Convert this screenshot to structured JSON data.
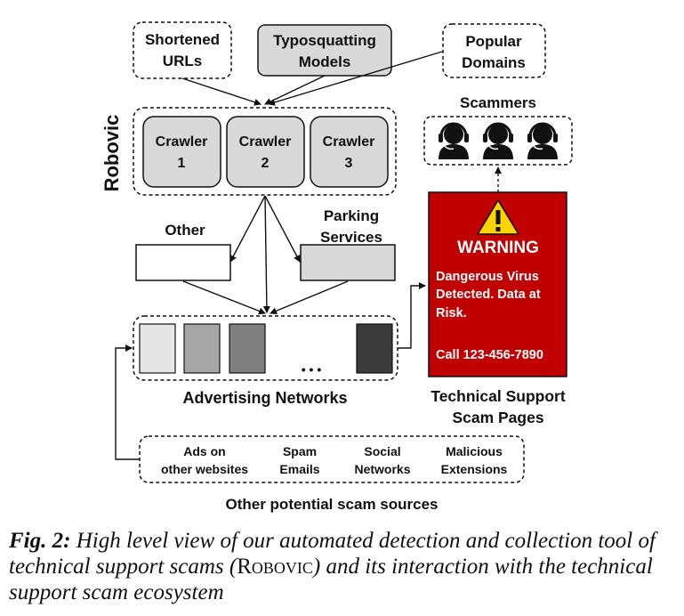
{
  "diagram": {
    "sources_top": {
      "shortened_urls": [
        "Shortened",
        "URLs"
      ],
      "typosquatting": [
        "Typosquatting",
        "Models"
      ],
      "popular_domains": [
        "Popular",
        "Domains"
      ]
    },
    "robovic_label": "Robovic",
    "crawlers": [
      [
        "Crawler",
        "1"
      ],
      [
        "Crawler",
        "2"
      ],
      [
        "Crawler",
        "3"
      ]
    ],
    "other_label": "Other",
    "parking_label": [
      "Parking",
      "Services"
    ],
    "ad_networks_label": "Advertising Networks",
    "ellipsis": "• • •",
    "scammers_label": "Scammers",
    "warning": {
      "title": "WARNING",
      "body": [
        "Dangerous Virus",
        "Detected. Data at",
        "Risk."
      ],
      "call": "Call 123-456-7890",
      "bg_color": "#c00000"
    },
    "tss_label": [
      "Technical Support",
      "Scam Pages"
    ],
    "other_sources": [
      [
        "Ads on",
        "other websites"
      ],
      [
        "Spam",
        "Emails"
      ],
      [
        "Social",
        "Networks"
      ],
      [
        "Malicious",
        "Extensions"
      ]
    ],
    "other_sources_label": "Other potential scam sources"
  },
  "caption": {
    "fig": "Fig. 2:",
    "text_a": " High level view of our automated detection and collection tool of technical support scams (",
    "robovic": "Robovic",
    "text_b": ") and its interaction with the technical support scam ecosystem"
  }
}
